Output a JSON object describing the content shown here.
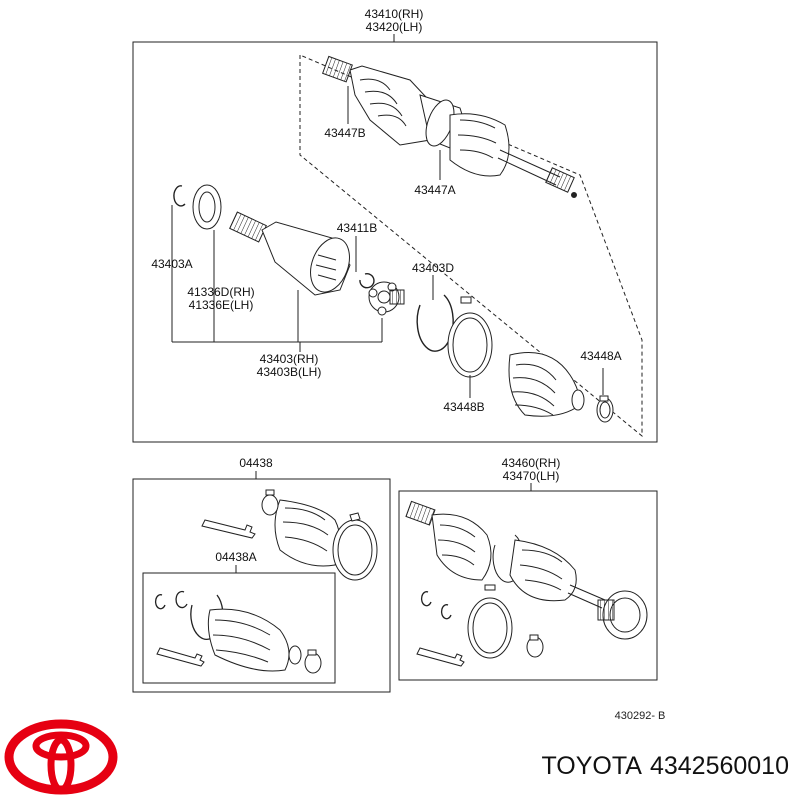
{
  "colors": {
    "logo": "#e60012",
    "line": "#222222",
    "paper": "#ffffff"
  },
  "labels": {
    "top_assembly_rh": "43410(RH)",
    "top_assembly_lh": "43420(LH)",
    "p_43447b": "43447B",
    "p_43447a": "43447A",
    "p_43403a": "43403A",
    "p_43411b": "43411B",
    "p_41336d": "41336D(RH)",
    "p_41336e": "41336E(LH)",
    "p_43403d": "43403D",
    "p_43403_rh": "43403(RH)",
    "p_43403b_lh": "43403B(LH)",
    "p_43448a": "43448A",
    "p_43448b": "43448B",
    "p_04438": "04438",
    "p_04438a": "04438A",
    "p_43460_rh": "43460(RH)",
    "p_43470_lh": "43470(LH)",
    "diagram_code": "430292- B"
  },
  "footer": {
    "brand": "TOYOTA",
    "part_number": "4342560010",
    "logo_icon": "toyota-logo-icon"
  }
}
